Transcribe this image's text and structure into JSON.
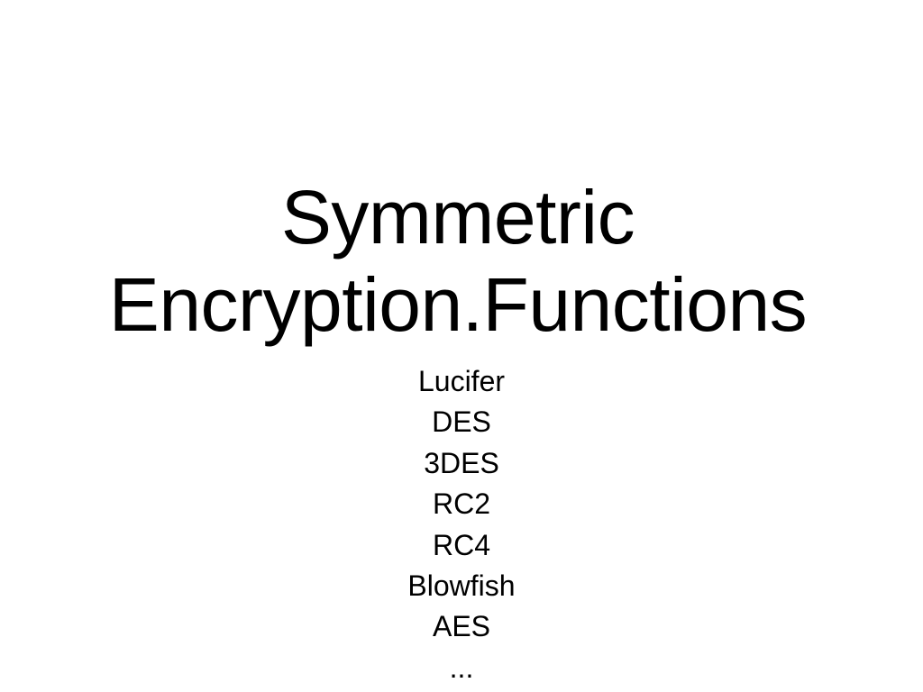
{
  "slide": {
    "title_lines": [
      "Symmetric",
      "Encryption.Functions"
    ],
    "items": [
      "Lucifer",
      "DES",
      "3DES",
      "RC2",
      "RC4",
      "Blowfish",
      "AES",
      "..."
    ]
  }
}
